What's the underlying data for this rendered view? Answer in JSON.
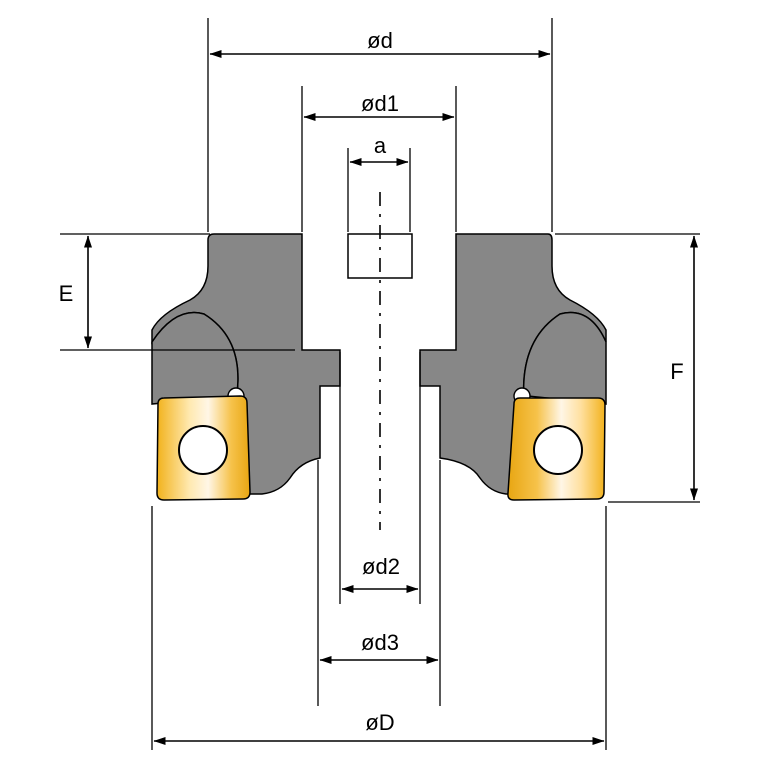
{
  "colors": {
    "body": "#878787",
    "bore": "#ffffff",
    "insert_gold": "#f2b21c",
    "insert_highlight": "#fff6e6",
    "line": "#000000"
  },
  "dimensions": {
    "d": "ød",
    "d1": "ød1",
    "a": "a",
    "E": "E",
    "F": "F",
    "d2": "ød2",
    "d3": "ød3",
    "D": "øD"
  }
}
